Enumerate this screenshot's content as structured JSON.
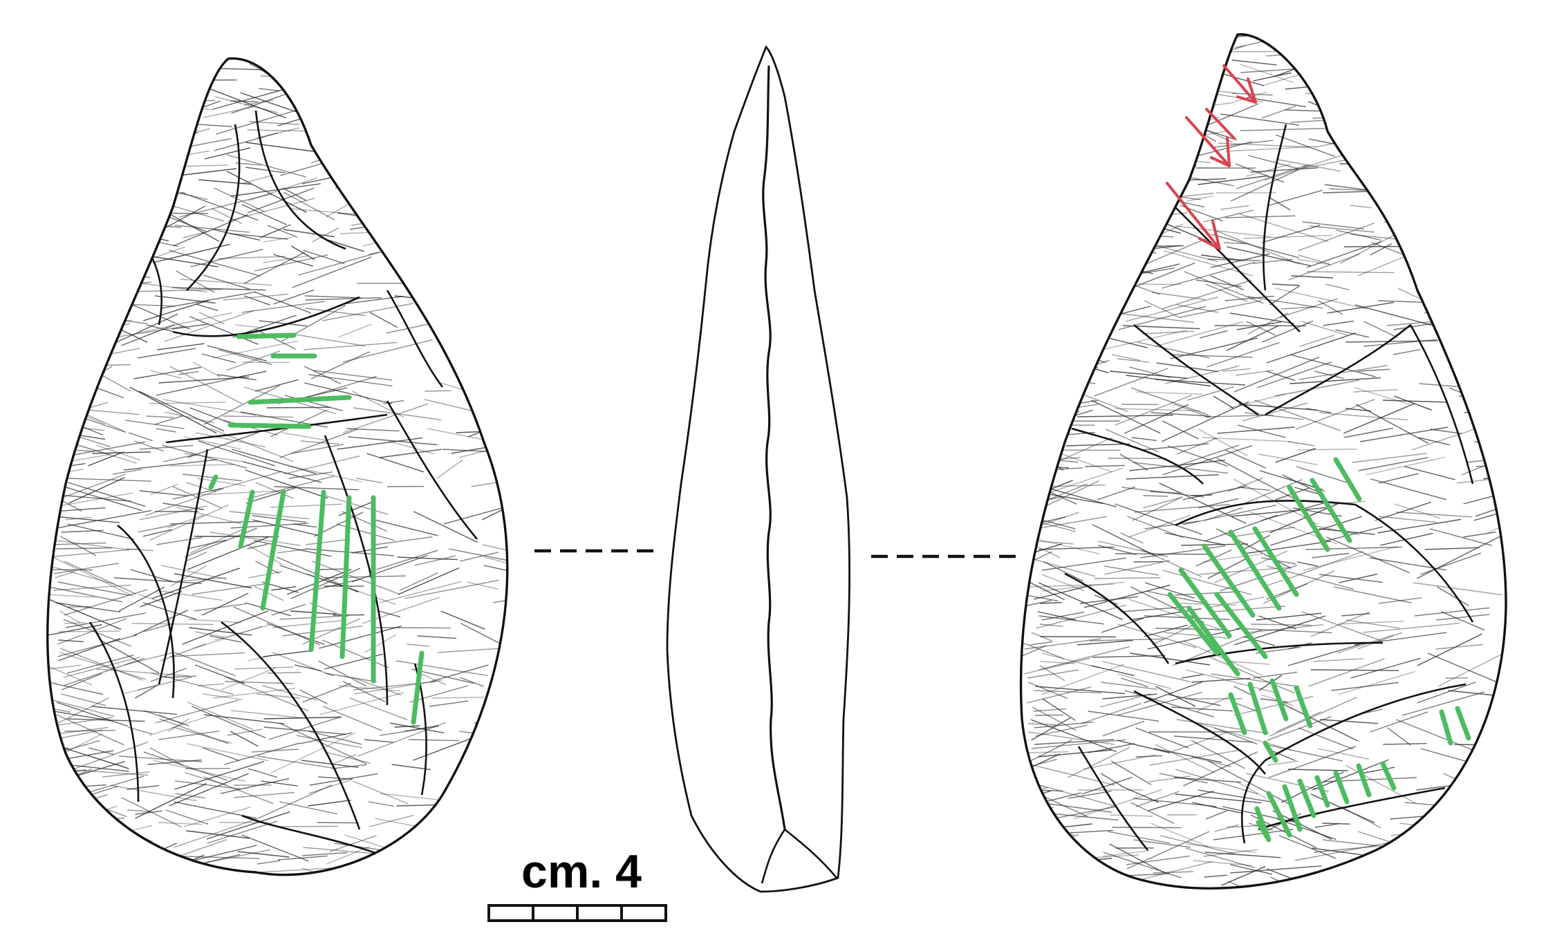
{
  "scale": {
    "label": "cm. 4",
    "segments": 4
  },
  "colors": {
    "line": "#111111",
    "hatch": "#2a2a2a",
    "green_marks": "#4dbb5f",
    "red_arrows": "#d9434f",
    "background": "#ffffff"
  },
  "views": [
    {
      "id": "dorsal-face",
      "green_mark_groups": 3
    },
    {
      "id": "profile-view"
    },
    {
      "id": "ventral-face",
      "green_mark_groups": 3,
      "red_arrows": 3
    }
  ]
}
